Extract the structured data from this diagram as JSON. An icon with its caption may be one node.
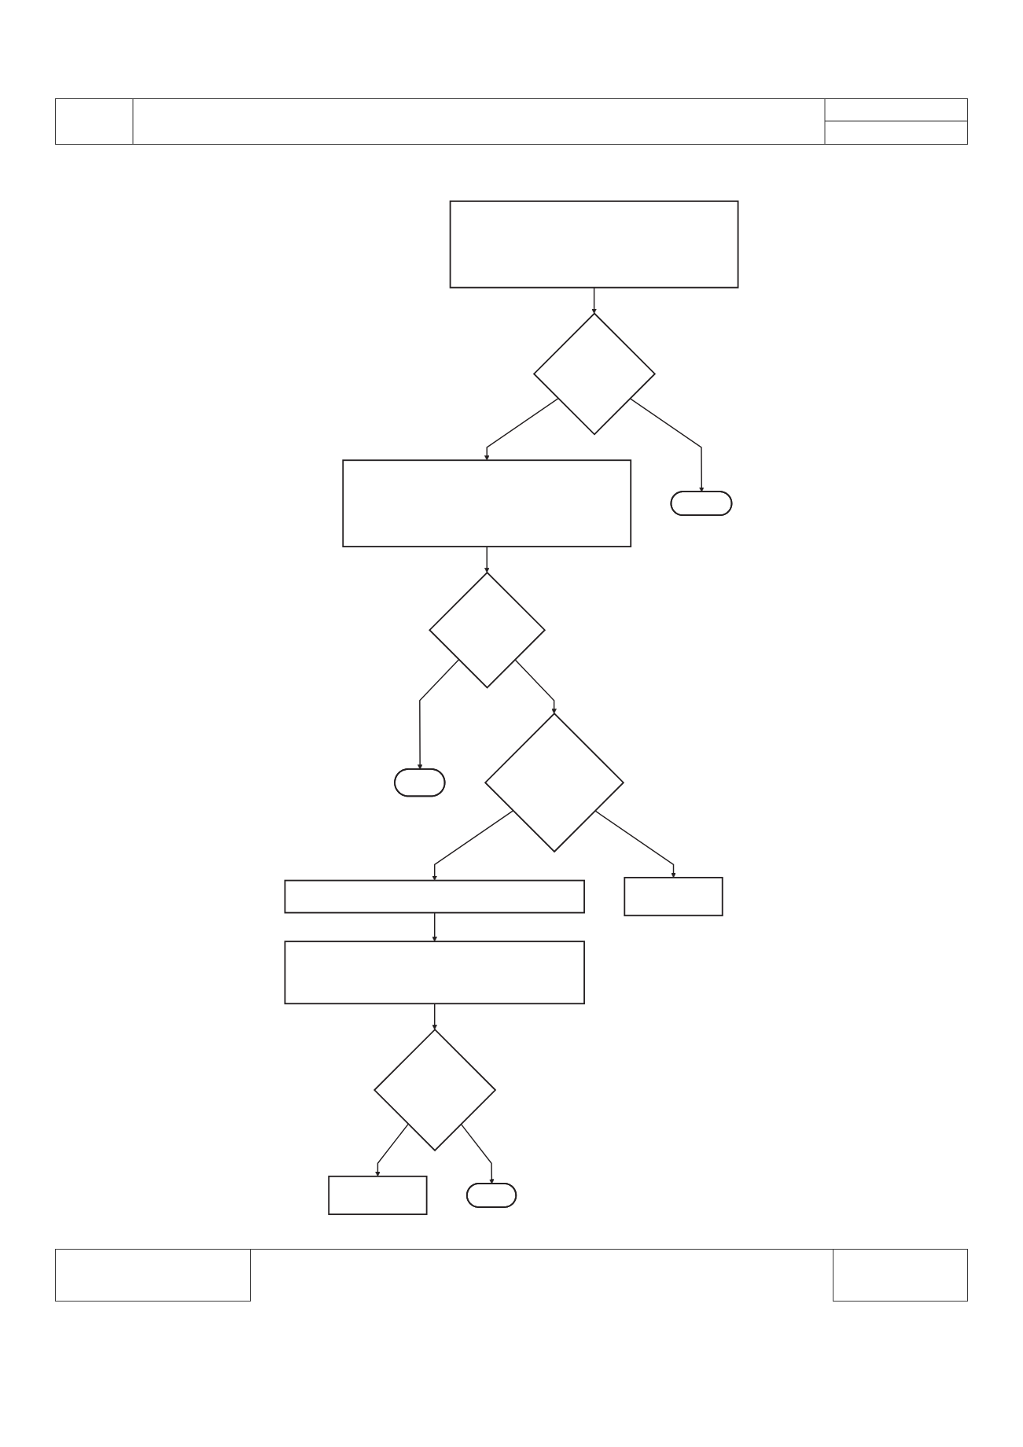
{
  "diagram": {
    "nodes": [
      {
        "text": [],
        "shape": "box"
      },
      {
        "text": [],
        "shape": "diamond"
      },
      {
        "text": [],
        "shape": "stadium"
      },
      {
        "text": [],
        "shape": "box"
      },
      {
        "text": [],
        "shape": "diamond"
      },
      {
        "text": [],
        "shape": "diamond"
      },
      {
        "text": [],
        "shape": "box"
      },
      {
        "text": [],
        "shape": "stadium"
      },
      {
        "text": [],
        "shape": "box"
      },
      {
        "text": [],
        "shape": "box"
      },
      {
        "text": [],
        "shape": "diamond"
      },
      {
        "text": [],
        "shape": "box"
      },
      {
        "text": [],
        "shape": "stadium"
      }
    ],
    "edges": [
      {
        "from": 0,
        "to": 1,
        "arrow": "to"
      },
      {
        "from": 1,
        "to": 2,
        "arrow": "to"
      },
      {
        "from": 1,
        "to": 3,
        "arrow": "to"
      },
      {
        "from": 3,
        "to": 4,
        "arrow": "to"
      },
      {
        "from": 4,
        "to": 5,
        "arrow": "to"
      },
      {
        "from": 4,
        "to": 7,
        "arrow": "to"
      },
      {
        "from": 5,
        "to": 6,
        "arrow": "to"
      },
      {
        "from": 5,
        "to": 8,
        "arrow": "to"
      },
      {
        "from": 8,
        "to": 9,
        "arrow": "to"
      },
      {
        "from": 9,
        "to": 10,
        "arrow": "to"
      },
      {
        "from": 10,
        "to": 11,
        "arrow": "to"
      },
      {
        "from": 10,
        "to": 12,
        "arrow": "to"
      }
    ]
  }
}
